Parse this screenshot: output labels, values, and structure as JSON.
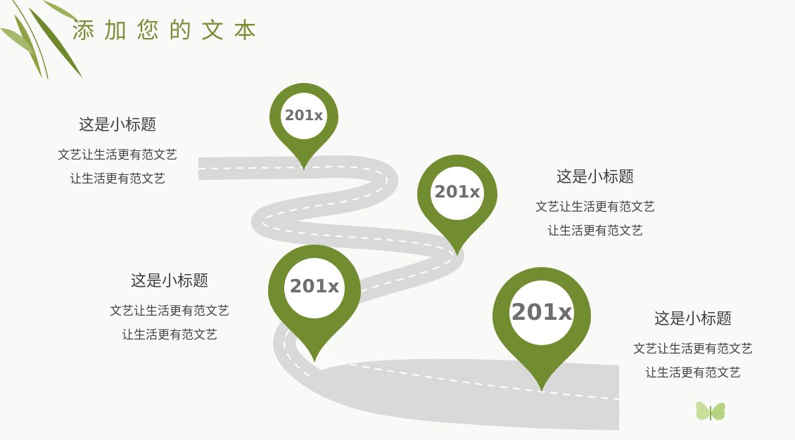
{
  "title": "添加您的文本",
  "milestones": [
    {
      "year": "201x",
      "heading": "这是小标题",
      "line1": "文艺让生活更有范文艺",
      "line2": "让生活更有范文艺"
    },
    {
      "year": "201x",
      "heading": "这是小标题",
      "line1": "文艺让生活更有范文艺",
      "line2": "让生活更有范文艺"
    },
    {
      "year": "201x",
      "heading": "这是小标题",
      "line1": "文艺让生活更有范文艺",
      "line2": "让生活更有范文艺"
    },
    {
      "year": "201x",
      "heading": "这是小标题",
      "line1": "文艺让生活更有范文艺",
      "line2": "让生活更有范文艺"
    }
  ],
  "colors": {
    "accent": "#728d2f",
    "road": "#d9d9d9",
    "road_dash": "#ffffff",
    "title": "#7b8f3a",
    "text": "#3f3f3f"
  },
  "icons": [
    "bamboo-leaf-icon",
    "butterfly-icon",
    "map-pin-icon"
  ]
}
